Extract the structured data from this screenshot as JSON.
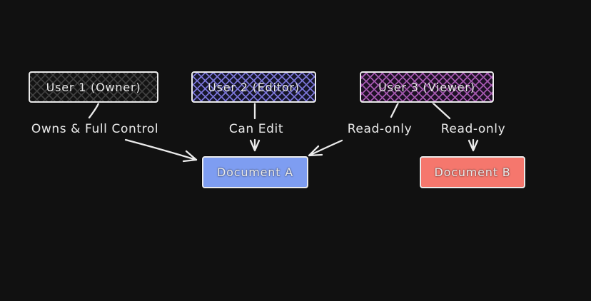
{
  "canvas": {
    "background": "#111111",
    "stroke": "#ebebeb",
    "text_color": "#ebebeb"
  },
  "users": [
    {
      "id": "user-1",
      "label": "User 1 (Owner)",
      "fill_style": "crosshatch",
      "hatch_color": "#3e3e3e",
      "base_color": "#131313"
    },
    {
      "id": "user-2",
      "label": "User 2 (Editor)",
      "fill_style": "crosshatch",
      "hatch_color": "#7a75d6",
      "base_color": "#16162a"
    },
    {
      "id": "user-3",
      "label": "User 3 (Viewer)",
      "fill_style": "crosshatch",
      "hatch_color": "#a458ae",
      "base_color": "#1e1126"
    }
  ],
  "documents": [
    {
      "id": "doc-a",
      "label": "Document A",
      "fill": "#7e9df1"
    },
    {
      "id": "doc-b",
      "label": "Document B",
      "fill": "#f5776d"
    }
  ],
  "edges": [
    {
      "from": "User 1 (Owner)",
      "to": "Document A",
      "label": "Owns & Full Control"
    },
    {
      "from": "User 2 (Editor)",
      "to": "Document A",
      "label": "Can Edit"
    },
    {
      "from": "User 3 (Viewer)",
      "to": "Document A",
      "label": "Read-only"
    },
    {
      "from": "User 3 (Viewer)",
      "to": "Document B",
      "label": "Read-only"
    }
  ]
}
